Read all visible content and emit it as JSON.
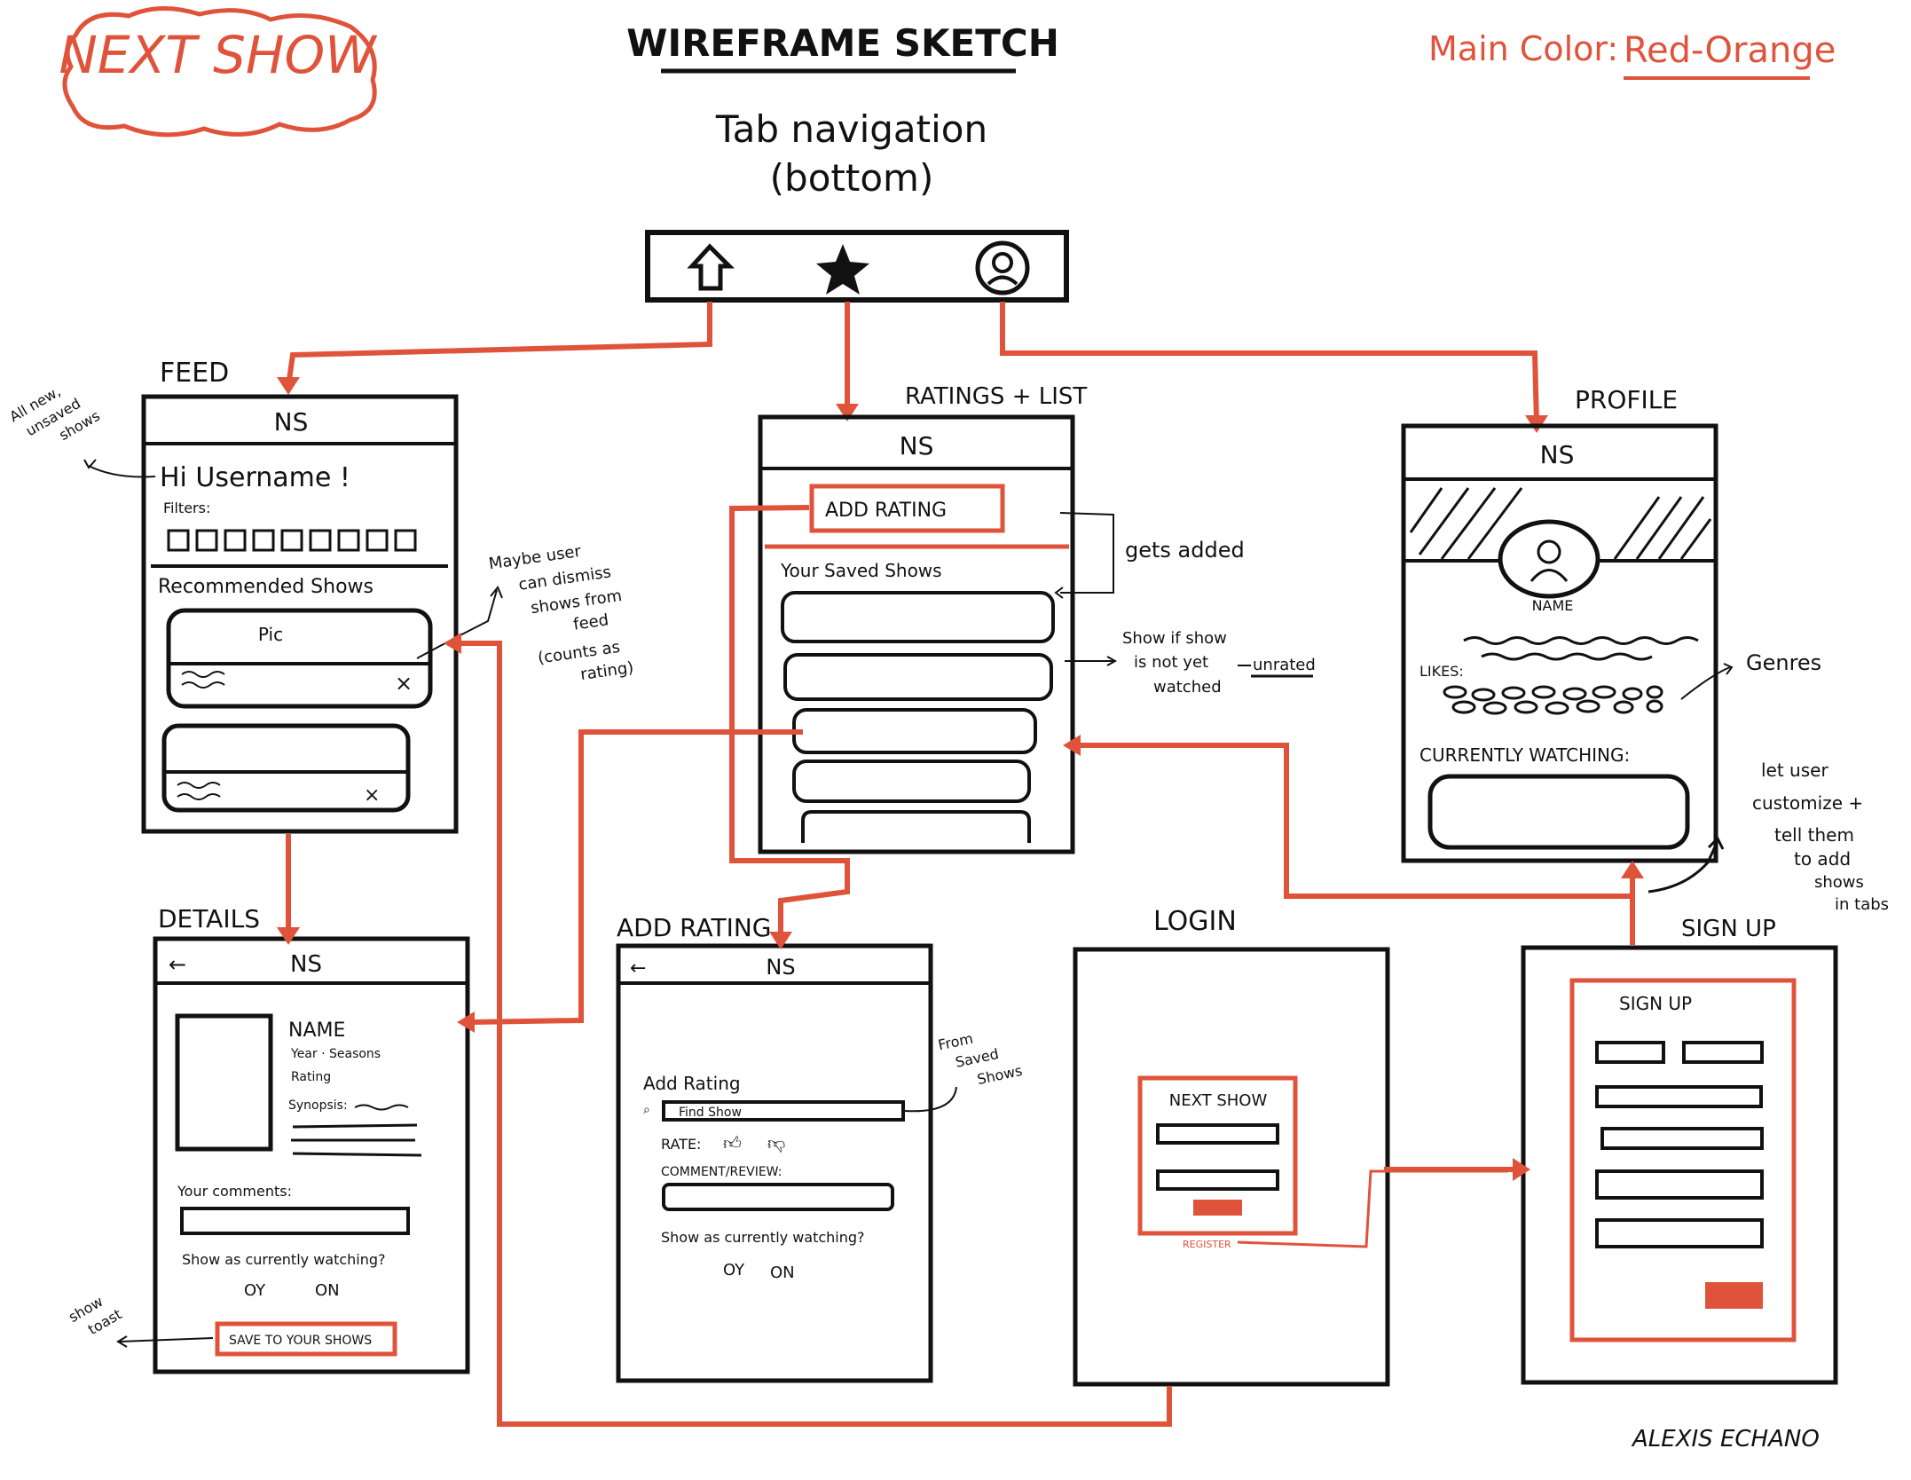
{
  "header": {
    "logo_text": "NEXT SHOW",
    "title": "WIREFRAME SKETCH",
    "main_color_label": "Main Color:",
    "main_color_value": "Red-Orange",
    "tab_nav_title": "Tab navigation",
    "tab_nav_sub": "(bottom)"
  },
  "tab_bar": {
    "icons": [
      "home-icon",
      "star-icon",
      "profile-icon"
    ]
  },
  "screens": {
    "feed": {
      "label": "FEED",
      "ns": "NS",
      "greeting": "Hi Username !",
      "filters": "Filters:",
      "recommended": "Recommended Shows",
      "pic": "Pic",
      "note": [
        "All new,",
        "unsaved",
        "shows"
      ],
      "dismiss_note": [
        "Maybe user",
        "can dismiss",
        "shows from",
        "feed",
        "(counts as",
        "rating)"
      ]
    },
    "ratings": {
      "label": "RATINGS + LIST",
      "ns": "NS",
      "add_rating": "ADD RATING",
      "saved": "Your Saved Shows",
      "gets_added": "gets added",
      "show_if": [
        "Show if show",
        "is not yet",
        "watched"
      ],
      "unrated": "unrated"
    },
    "profile": {
      "label": "PROFILE",
      "ns": "NS",
      "name": "NAME",
      "likes": "LIKES:",
      "currently": "CURRENTLY WATCHING:",
      "genres": "Genres",
      "customize_note": [
        "let user",
        "customize +",
        "tell them",
        "to add",
        "shows",
        "in tabs"
      ]
    },
    "details": {
      "label": "DETAILS",
      "ns": "NS",
      "back": "←",
      "name": "NAME",
      "year": "Year · Seasons",
      "rating": "Rating",
      "synopsis": "Synopsis:",
      "comments": "Your comments:",
      "currently": "Show as currently watching?",
      "oy": "OY",
      "on": "ON",
      "save": "SAVE TO YOUR SHOWS",
      "toast": [
        "show",
        "toast"
      ]
    },
    "add_rating": {
      "label": "ADD RATING",
      "ns": "NS",
      "back": "←",
      "add": "Add Rating",
      "find": "Find Show",
      "rate": "RATE:",
      "comment": "COMMENT/REVIEW:",
      "currently": "Show as currently watching?",
      "oy": "OY",
      "on": "ON",
      "from_saved": [
        "From",
        "Saved",
        "Shows"
      ]
    },
    "login": {
      "label": "LOGIN",
      "brand": "NEXT SHOW",
      "register": "REGISTER"
    },
    "signup": {
      "label": "SIGN UP",
      "title": "SIGN UP"
    }
  },
  "signature": "ALEXIS ECHANO",
  "colors": {
    "accent": "#e0533b",
    "ink": "#111111"
  }
}
